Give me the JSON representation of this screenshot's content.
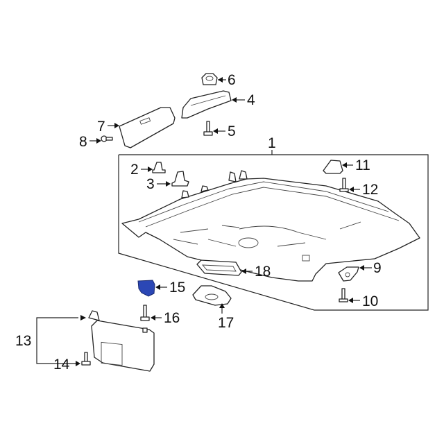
{
  "title": "Headliner and sun visor parts diagram",
  "highlight_color": "#2b47b5",
  "callouts": [
    {
      "id": "1",
      "label": "1"
    },
    {
      "id": "2",
      "label": "2"
    },
    {
      "id": "3",
      "label": "3"
    },
    {
      "id": "4",
      "label": "4"
    },
    {
      "id": "5",
      "label": "5"
    },
    {
      "id": "6",
      "label": "6"
    },
    {
      "id": "7",
      "label": "7"
    },
    {
      "id": "8",
      "label": "8"
    },
    {
      "id": "9",
      "label": "9"
    },
    {
      "id": "10",
      "label": "10"
    },
    {
      "id": "11",
      "label": "11"
    },
    {
      "id": "12",
      "label": "12"
    },
    {
      "id": "13",
      "label": "13"
    },
    {
      "id": "14",
      "label": "14"
    },
    {
      "id": "15",
      "label": "15"
    },
    {
      "id": "16",
      "label": "16"
    },
    {
      "id": "17",
      "label": "17"
    },
    {
      "id": "18",
      "label": "18"
    }
  ]
}
